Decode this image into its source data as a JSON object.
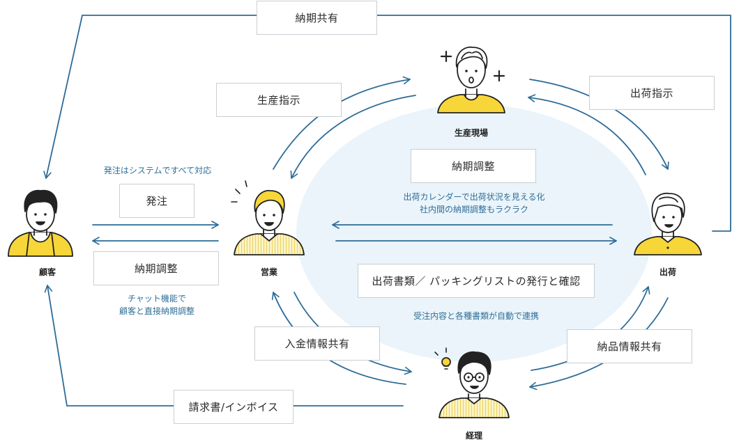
{
  "roles": {
    "customer": "顧客",
    "sales": "営業",
    "production": "生産現場",
    "shipping": "出荷",
    "accounting": "経理"
  },
  "flows": {
    "delivery_share": "納期共有",
    "production_instruction": "生産指示",
    "shipping_instruction": "出荷指示",
    "order": "発注",
    "delivery_adjust_customer": "納期調整",
    "delivery_adjust_center": "納期調整",
    "documents": "出荷書類／ パッキングリストの発行と確認",
    "payment_share": "入金情報共有",
    "delivery_info_share": "納品情報共有",
    "invoice": "請求書/インボイス"
  },
  "notes": {
    "order_system": "発注はシステムですべて対応",
    "chat_line1": "チャット機能で",
    "chat_line2": "顧客と直接納期調整",
    "calendar_line1": "出荷カレンダーで出荷状況を見える化",
    "calendar_line2": "社内間の納期調整もラクラク",
    "auto_link": "受注内容と各種書類が自動で連携"
  },
  "colors": {
    "arrow": "#2c6b97",
    "accent_yellow": "#f7d63a",
    "center_bg": "#eaf4fa",
    "note_text": "#2f6e98",
    "outline": "#222222"
  }
}
